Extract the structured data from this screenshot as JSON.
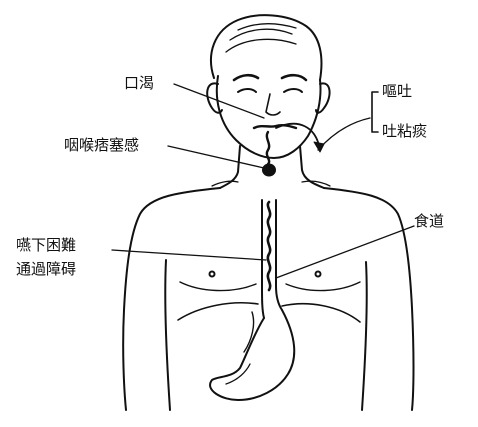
{
  "labels": {
    "thirst": "口渴",
    "throat_lump": "咽喉痞塞感",
    "swallowing_line1": "嚥下困難",
    "swallowing_line2": "通過障碍",
    "esophagus": "食道",
    "vomiting": "嘔吐",
    "spitting_phlegm": "吐粘痰"
  },
  "colors": {
    "ink": "#111111",
    "background": "#ffffff"
  }
}
